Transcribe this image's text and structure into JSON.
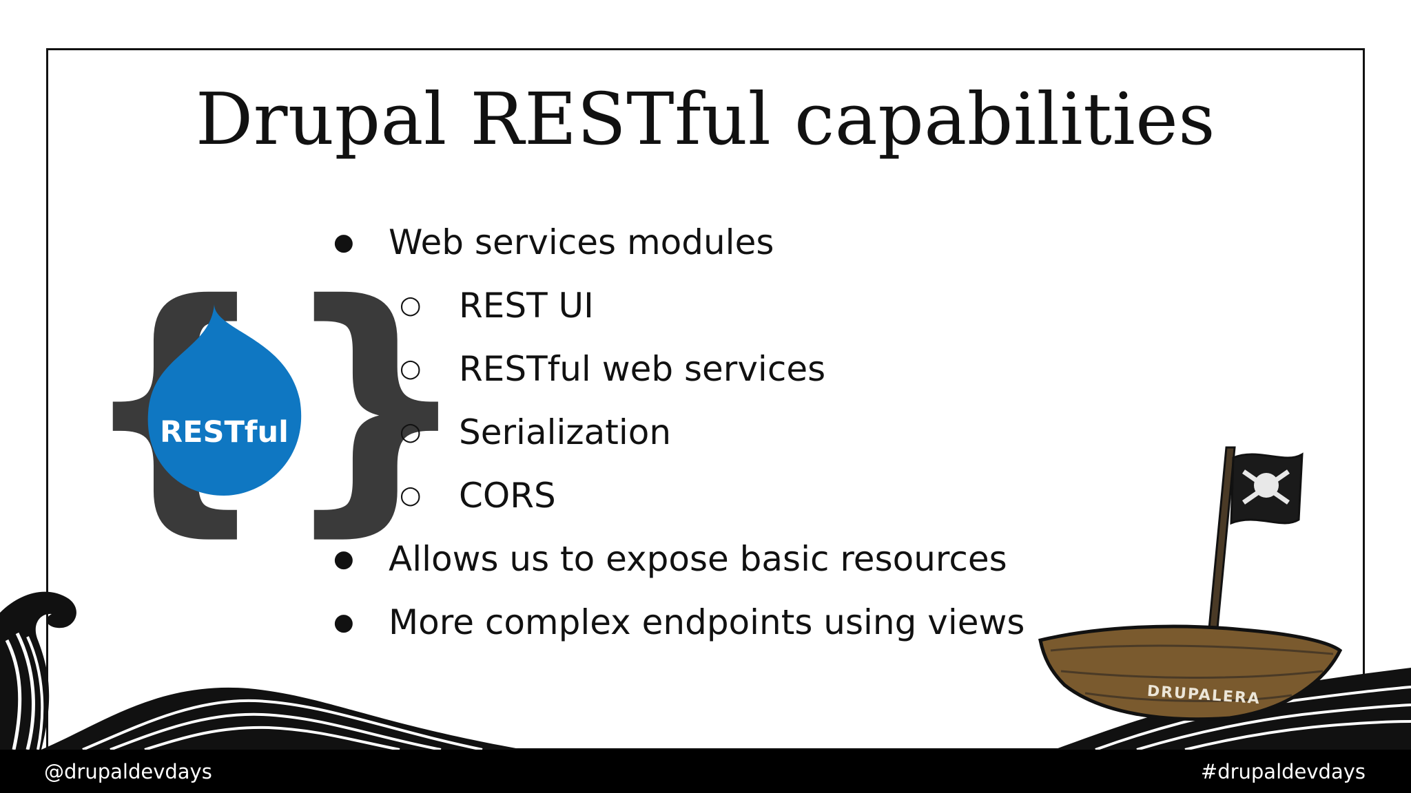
{
  "slide": {
    "title": "Drupal RESTful capabilities",
    "bullets": [
      {
        "level": 1,
        "marker": "●",
        "text": "Web services modules"
      },
      {
        "level": 2,
        "marker": "○",
        "text": "REST UI"
      },
      {
        "level": 2,
        "marker": "○",
        "text": "RESTful web services"
      },
      {
        "level": 2,
        "marker": "○",
        "text": "Serialization"
      },
      {
        "level": 2,
        "marker": "○",
        "text": "CORS"
      },
      {
        "level": 1,
        "marker": "●",
        "text": "Allows us to expose basic resources"
      },
      {
        "level": 1,
        "marker": "●",
        "text": "More complex endpoints using views"
      }
    ]
  },
  "logo": {
    "left_brace": "{",
    "right_brace": "}",
    "text": "RESTful"
  },
  "boat": {
    "name": "DRUPALERA"
  },
  "footer": {
    "handle": "@drupaldevdays",
    "hashtag": "#drupaldevdays"
  },
  "colors": {
    "drupal_blue": "#0f77c2",
    "brace": "#3a3a3a",
    "text": "#111111",
    "footer_bg": "#000000",
    "boat_wood": "#7a5a2e",
    "flag": "#1a1a1a"
  }
}
